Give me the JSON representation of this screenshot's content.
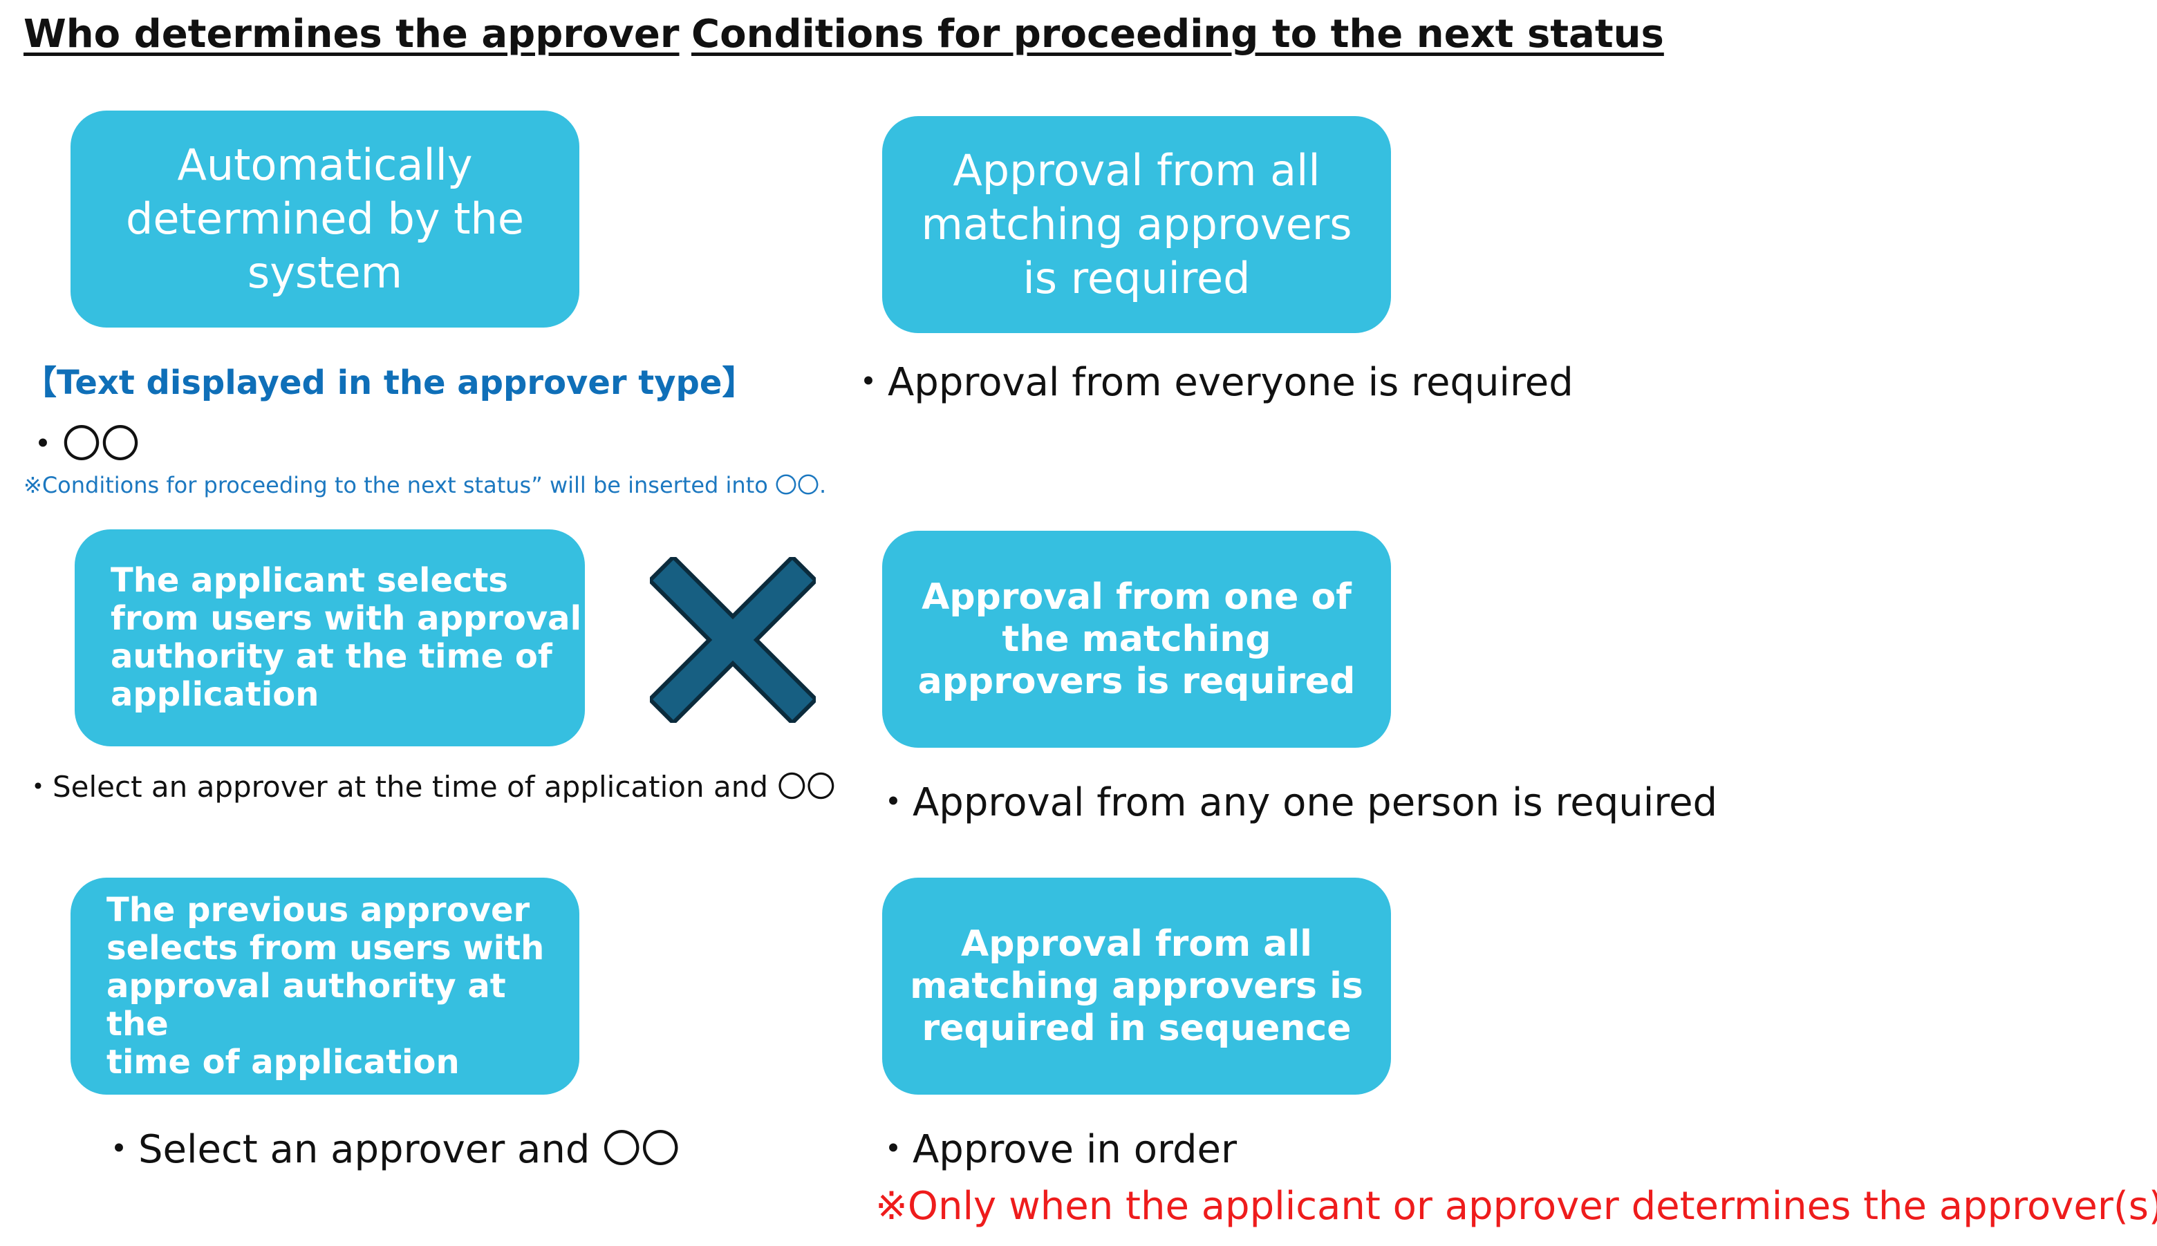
{
  "headings": {
    "left": "Who determines the approver",
    "right": "Conditions for proceeding to the next status"
  },
  "left_boxes": [
    {
      "label": "Automatically\ndetermined by the\nsystem"
    },
    {
      "label": "The applicant selects\nfrom users with approval\nauthority at the time of\napplication"
    },
    {
      "label": "The previous approver\nselects from users with\napproval authority at the\ntime of application"
    }
  ],
  "right_boxes": [
    {
      "label": "Approval from all\nmatching approvers\nis required"
    },
    {
      "label": "Approval from one of\nthe matching\napprovers is required"
    },
    {
      "label": "Approval from all\nmatching approvers is\nrequired in sequence"
    }
  ],
  "left_notes": {
    "approver_type_title": "【Text displayed in the approver type】",
    "placeholder": "・〇〇",
    "insert_note": "※Conditions for proceeding to the next status” will be inserted into 〇〇.",
    "applicant_note": "・Select an approver at the time of application and 〇〇",
    "previous_note": "・Select an approver and 〇〇"
  },
  "right_notes": {
    "all_note": "・Approval from everyone is required",
    "one_note": "・Approval from any one person is required",
    "order_note": "・Approve in order",
    "warning": "※Only when the applicant or approver determines the approver(s)."
  },
  "colors": {
    "box_fill": "#36bfe0",
    "box_text": "#ffffff",
    "cross_fill": "#175f82",
    "cross_stroke": "#0b2b3c",
    "blue_text": "#0f6fb8",
    "red_text": "#ee1c1c"
  },
  "icons": {
    "combine": "multiply-cross-icon"
  }
}
